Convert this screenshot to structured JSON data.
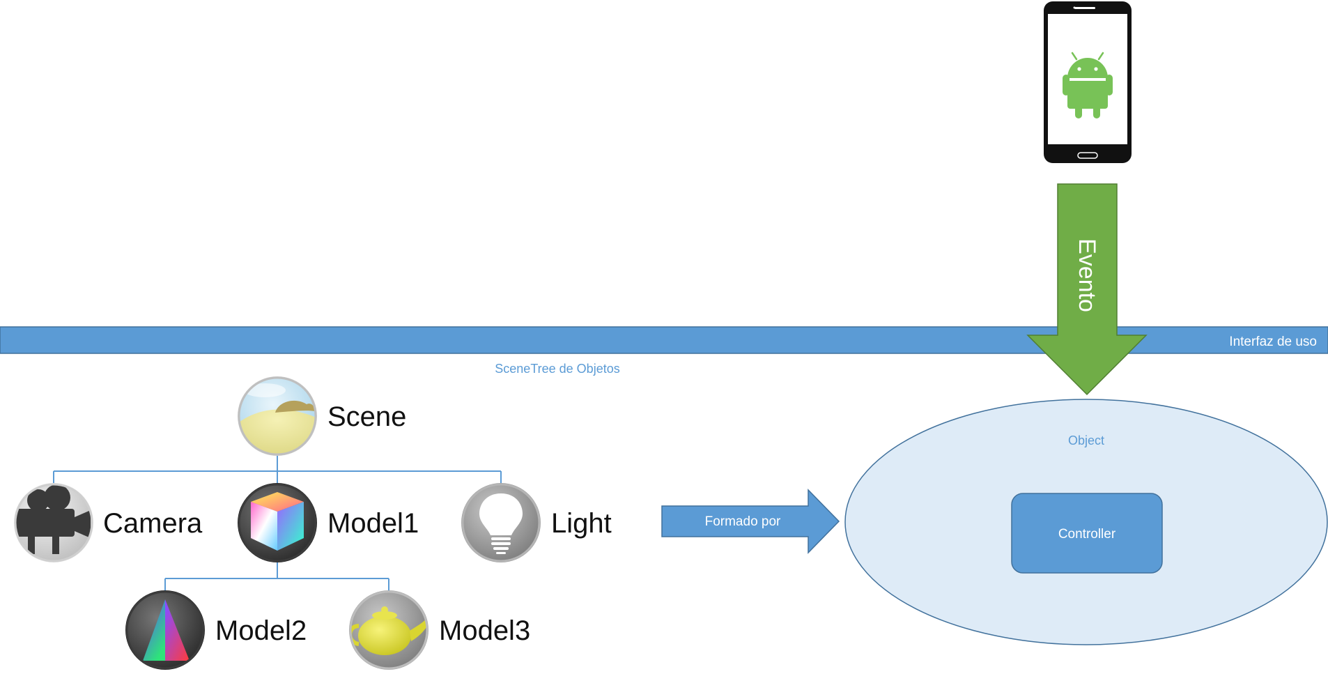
{
  "interface_band": {
    "label": "Interfaz de uso"
  },
  "event_arrow": {
    "label": "Evento"
  },
  "scene_tree": {
    "title": "SceneTree de Objetos",
    "nodes": {
      "scene": "Scene",
      "camera": "Camera",
      "model1": "Model1",
      "light": "Light",
      "model2": "Model2",
      "model3": "Model3"
    }
  },
  "formed_by_arrow": {
    "label": "Formado por"
  },
  "object": {
    "label": "Object",
    "controller": "Controller"
  },
  "colors": {
    "band_blue": "#5B9BD5",
    "band_border": "#41719C",
    "event_green": "#70AD47",
    "event_border": "#507E32",
    "object_fill": "#DEEBF7",
    "android_green": "#78C257",
    "title_blue": "#5B9BD5"
  },
  "icons": [
    "smartphone-icon",
    "android-icon",
    "scene-icon",
    "camera-icon",
    "model-cube-icon",
    "light-bulb-icon",
    "model-triangle-icon",
    "teapot-icon"
  ]
}
